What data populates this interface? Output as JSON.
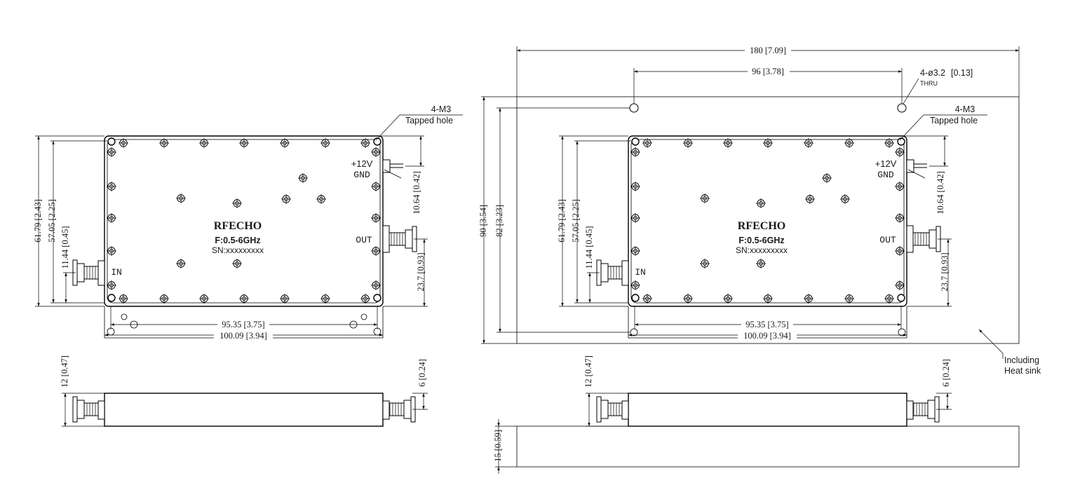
{
  "left_top_view": {
    "callout_tapped": [
      "4-M3",
      "Tapped hole"
    ],
    "power_label": "+12V",
    "gnd_label": "GND",
    "out_label": "OUT",
    "in_label": "IN",
    "brand": "RFECHO",
    "freq": "F:0.5-6GHz",
    "serial": "SN:xxxxxxxxx",
    "dim_height_total": "61.79 [2.43]",
    "dim_height_body": "57.05 [2.25]",
    "dim_in_offset": "11.44 [0.45]",
    "dim_dc_offset": "10.64 [0.42]",
    "dim_out_offset": "23.7 [0.93]",
    "dim_hole_pitch": "95.35 [3.75]",
    "dim_width_total": "100.09 [3.94]"
  },
  "left_side_view": {
    "dim_height": "12 [0.47]",
    "dim_connector": "6 [0.24]"
  },
  "right_top_view": {
    "dim_heatsink_width": "180 [7.09]",
    "dim_heatsink_hole_pitch": "96 [3.78]",
    "callout_thru": [
      "4-ø3.2",
      "[0.13]",
      "THRU"
    ],
    "dim_heatsink_height": "90 [3.54]",
    "dim_heatsink_hole_vpitch": "82 [3.23]",
    "callout_tapped": [
      "4-M3",
      "Tapped hole"
    ],
    "power_label": "+12V",
    "gnd_label": "GND",
    "out_label": "OUT",
    "in_label": "IN",
    "brand": "RFECHO",
    "freq": "F:0.5-6GHz",
    "serial": "SN:xxxxxxxxx",
    "dim_height_total": "61.79 [2.43]",
    "dim_height_body": "57.05 [2.25]",
    "dim_in_offset": "11.44 [0.45]",
    "dim_dc_offset": "10.64 [0.42]",
    "dim_out_offset": "23.7 [0.93]",
    "dim_hole_pitch": "95.35 [3.75]",
    "dim_width_total": "100.09 [3.94]",
    "heatsink_note": [
      "Including",
      "Heat sink"
    ]
  },
  "right_side_view": {
    "dim_height": "12 [0.47]",
    "dim_connector": "6 [0.24]",
    "dim_heatsink": "15 [0.59]"
  }
}
